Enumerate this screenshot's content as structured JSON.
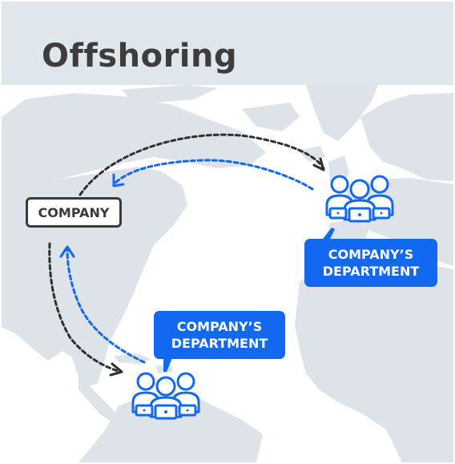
{
  "title": "Offshoring",
  "company_label": "COMPANY",
  "departments": [
    {
      "id": "europe",
      "line1": "COMPANY’S",
      "line2": "DEPARTMENT"
    },
    {
      "id": "south-america",
      "line1": "COMPANY’S",
      "line2": "DEPARTMENT"
    }
  ],
  "colors": {
    "header_bg": "#dfe6ec",
    "title": "#3d3d3d",
    "land": "#dde3e8",
    "company_border": "#3a3a3a",
    "arrow_dark": "#2f2f2f",
    "accent_blue": "#1268ef"
  },
  "icons": [
    "team-icon",
    "laptop-icon"
  ]
}
